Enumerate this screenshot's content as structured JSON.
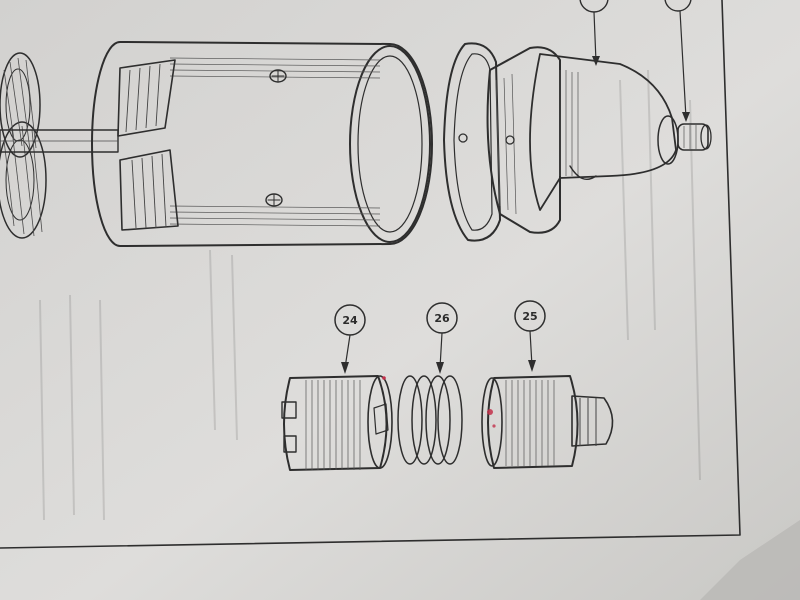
{
  "colors": {
    "paper": "#dcdbd8",
    "paper_shadow": "#b4b3b0",
    "ink": "#2e2e2e",
    "red_mark": "#c2304a"
  },
  "callouts": {
    "c24": "24",
    "c26": "26",
    "c25": "25"
  }
}
